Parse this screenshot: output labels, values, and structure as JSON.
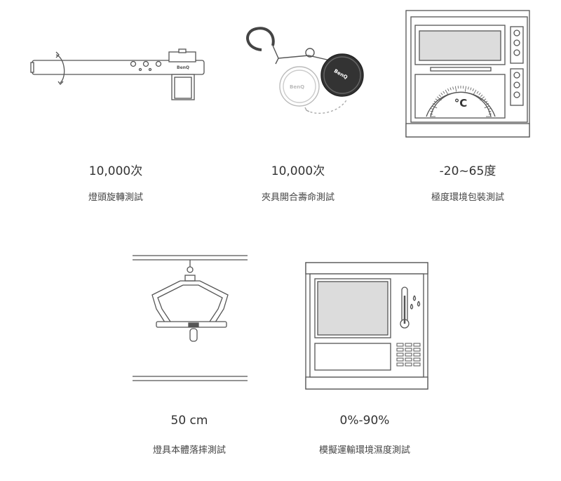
{
  "tests": [
    {
      "value": "10,000次",
      "caption": "燈頭旋轉測試",
      "logo": "BenQ"
    },
    {
      "value": "10,000次",
      "caption": "夾具開合壽命測試",
      "logo": "BenQ"
    },
    {
      "value": "-20~65度",
      "caption": "極度環境包裝測試",
      "unit_symbol": "°C"
    },
    {
      "value": "50 cm",
      "caption": "燈具本體落摔測試"
    },
    {
      "value": "0%-90%",
      "caption": "模擬運輸環境濕度測試"
    }
  ],
  "colors": {
    "line": "#555555",
    "panel": "#dcdcdc",
    "text": "#333333"
  }
}
